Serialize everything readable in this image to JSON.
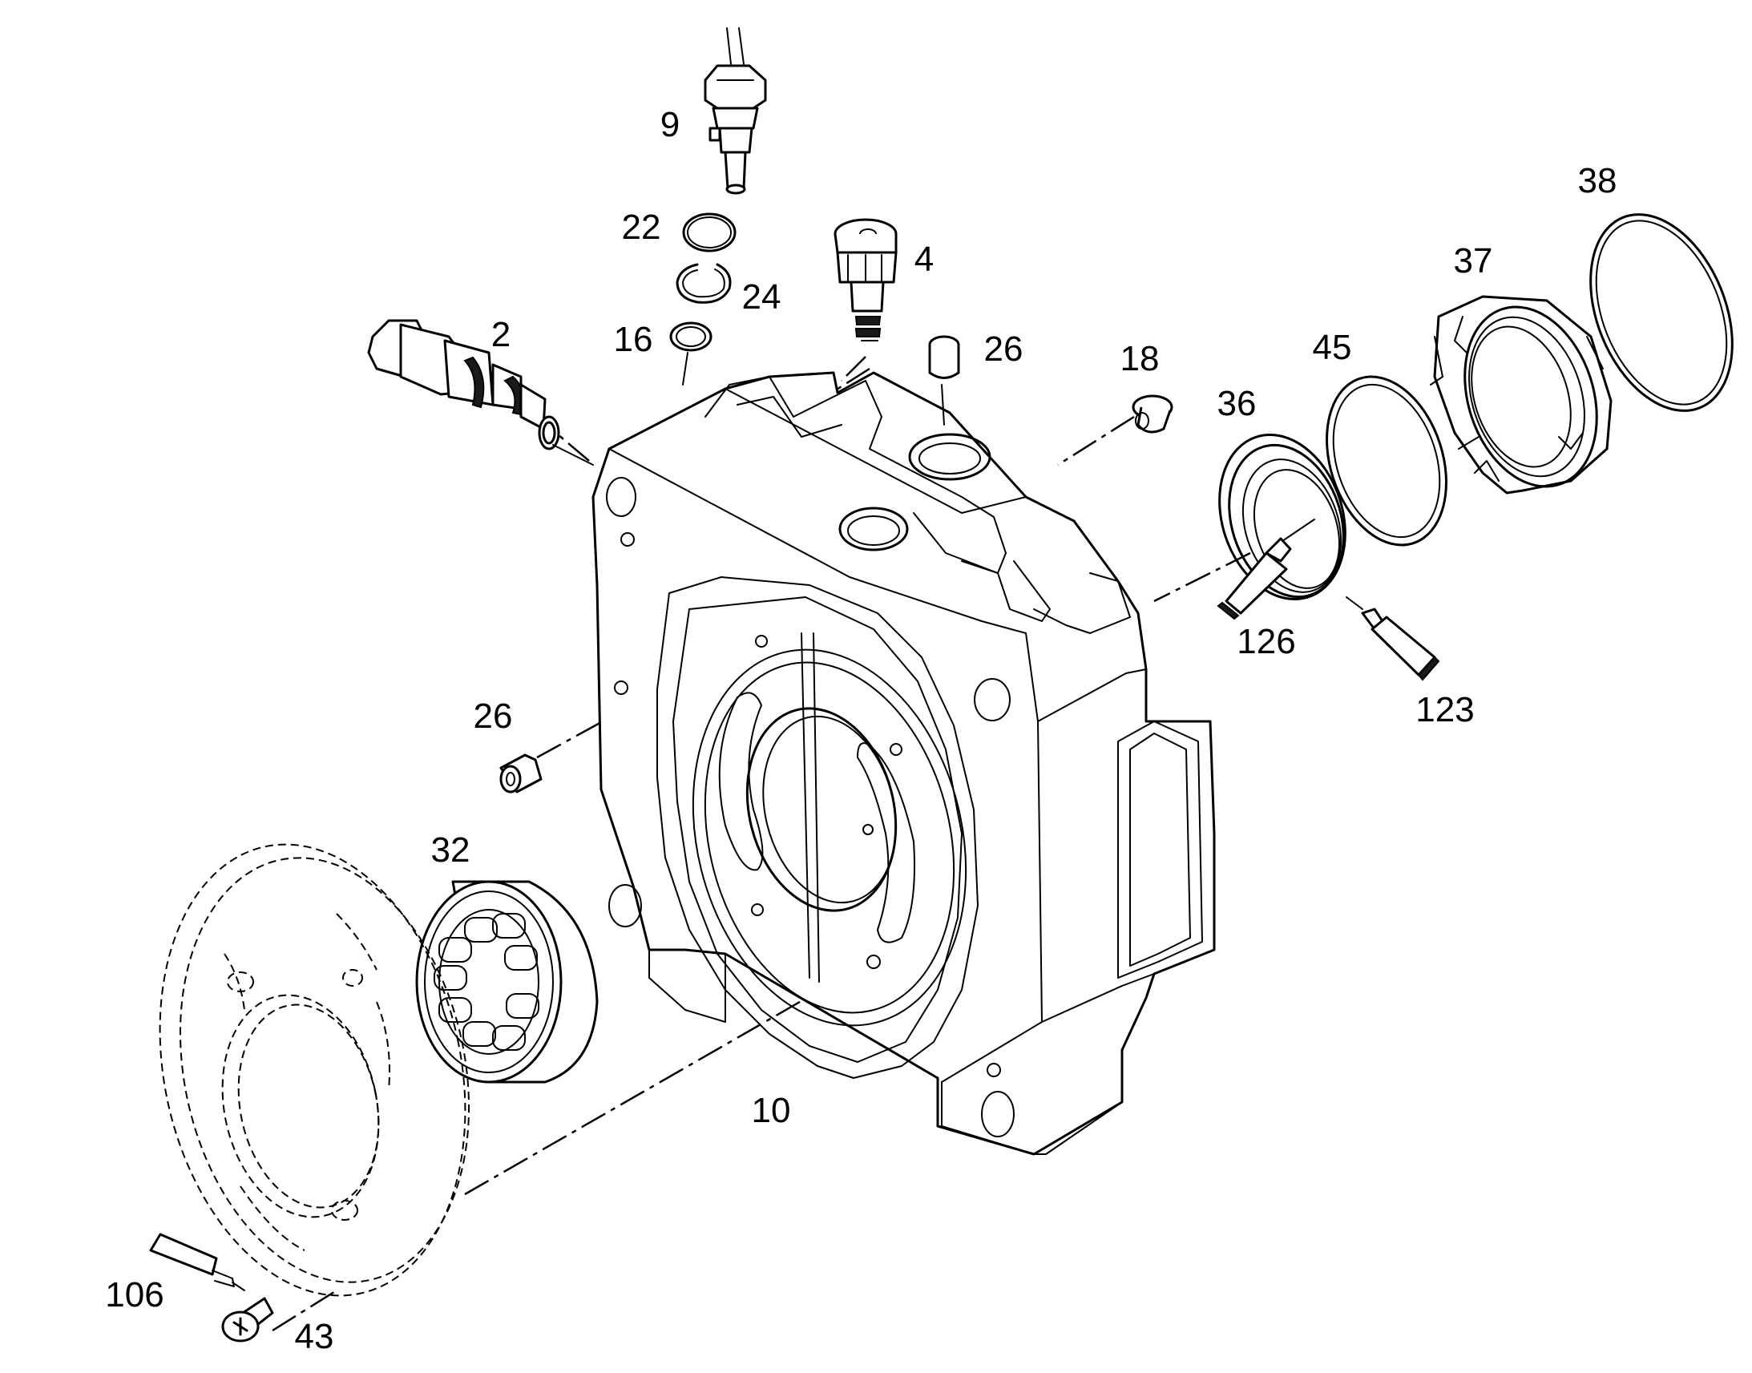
{
  "diagram": {
    "callouts": {
      "c2": "2",
      "c4": "4",
      "c9": "9",
      "c10": "10",
      "c16": "16",
      "c18": "18",
      "c22": "22",
      "c24": "24",
      "c26_top": "26",
      "c26_left": "26",
      "c32": "32",
      "c36": "36",
      "c37": "37",
      "c38": "38",
      "c43": "43",
      "c45": "45",
      "c106": "106",
      "c123": "123",
      "c126": "126"
    }
  }
}
